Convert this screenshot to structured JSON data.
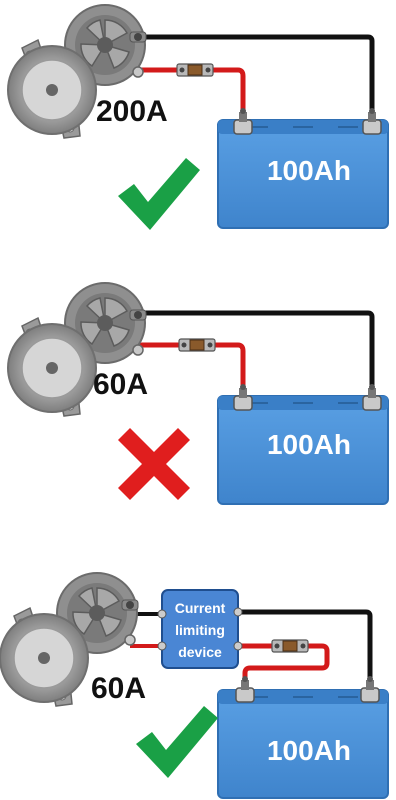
{
  "scenarios": [
    {
      "alternator_rating": "200A",
      "battery_capacity": "100Ah",
      "result": "ok"
    },
    {
      "alternator_rating": "60A",
      "battery_capacity": "100Ah",
      "result": "fail"
    },
    {
      "alternator_rating": "60A",
      "battery_capacity": "100Ah",
      "result": "ok",
      "device_label": [
        "Current",
        "limiting",
        "device"
      ]
    }
  ],
  "colors": {
    "battery": "#4a90d9",
    "battery_dark": "#3573b8",
    "positive_cable": "#d31a1a",
    "negative_cable": "#111111",
    "check": "#1aa046",
    "cross": "#e01e1e",
    "device": "#4a86d4"
  },
  "icons": {
    "ok": "check-icon",
    "fail": "cross-icon"
  }
}
